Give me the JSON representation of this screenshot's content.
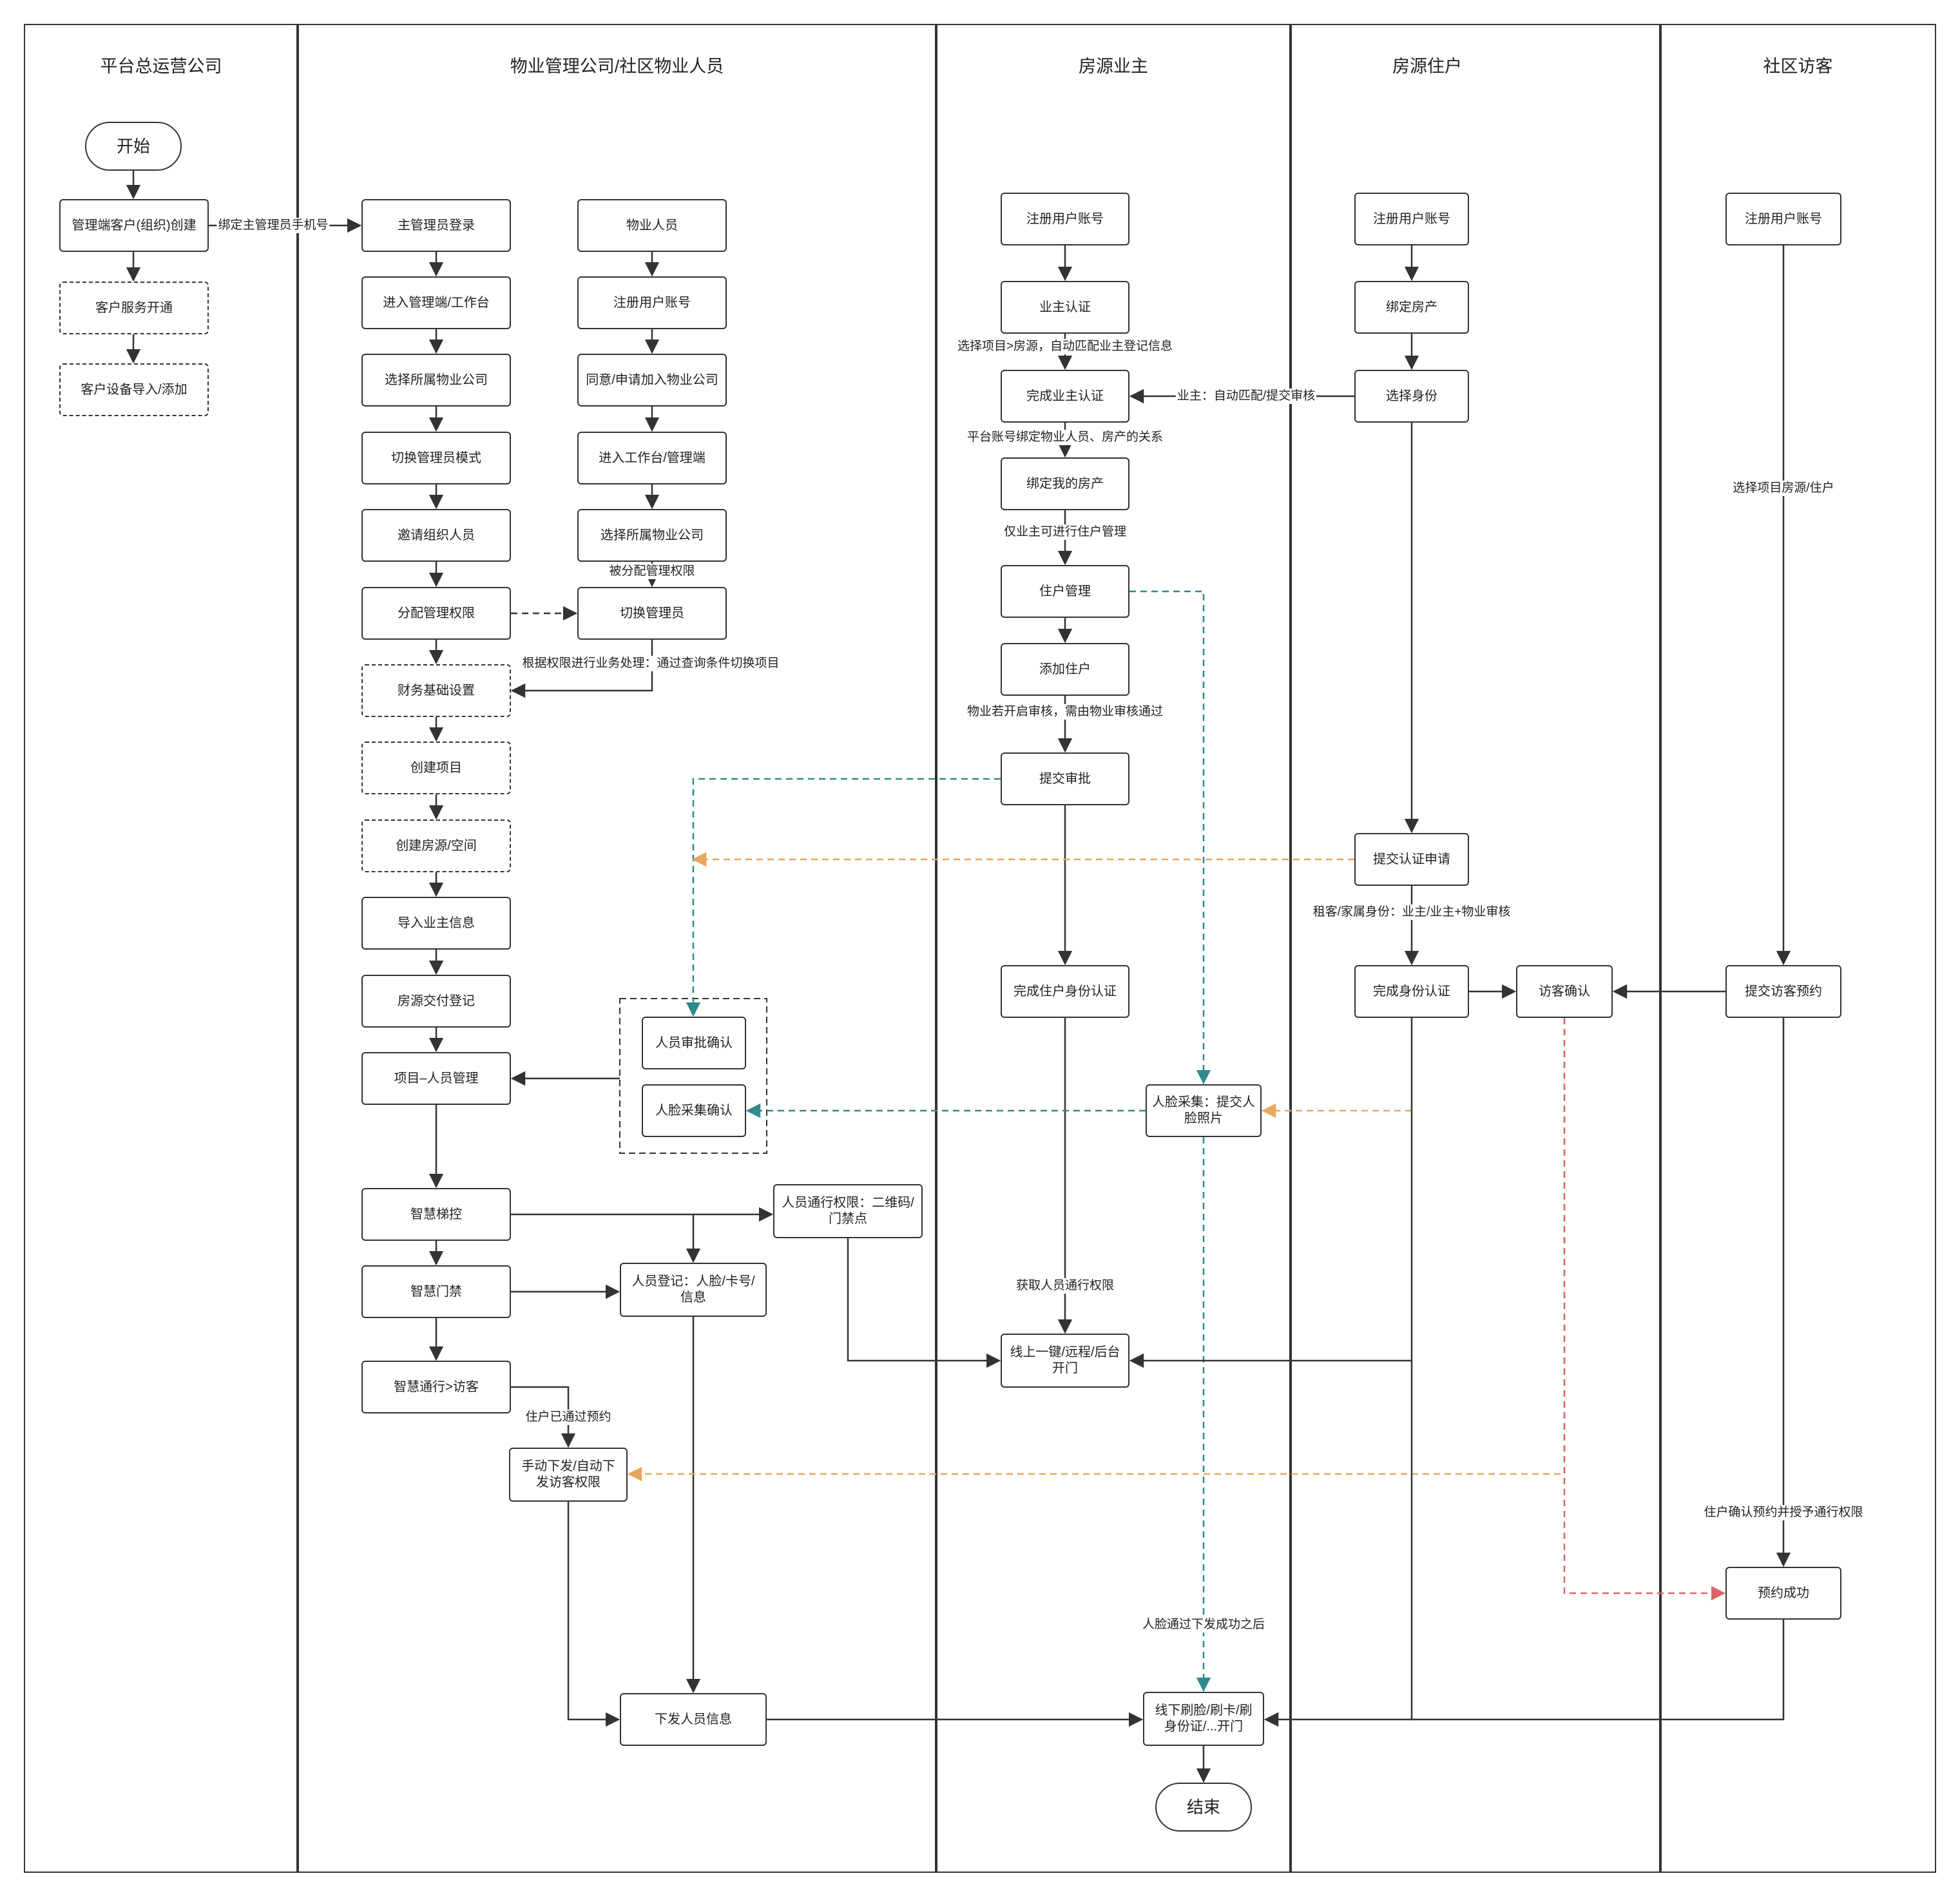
{
  "lanes": [
    {
      "id": "platform",
      "title": "平台总运营公司"
    },
    {
      "id": "property",
      "title": "物业管理公司/社区物业人员"
    },
    {
      "id": "owner",
      "title": "房源业主"
    },
    {
      "id": "resident",
      "title": "房源住户"
    },
    {
      "id": "visitor",
      "title": "社区访客"
    }
  ],
  "nodes": {
    "start": "开始",
    "create_customer": "管理端客户(组织)创建",
    "open_service": "客户服务开通",
    "import_device": "客户设备导入/添加",
    "admin_login": "主管理员登录",
    "enter_console": "进入管理端/工作台",
    "select_company": "选择所属物业公司",
    "switch_admin_mode": "切换管理员模式",
    "invite_members": "邀请组织人员",
    "assign_permission": "分配管理权限",
    "finance_setup": "财务基础设置",
    "create_project": "创建项目",
    "create_house": "创建房源/空间",
    "import_owner": "导入业主信息",
    "delivery_register": "房源交付登记",
    "project_staff": "项目–人员管理",
    "staff_approve": "人员审批确认",
    "face_confirm": "人脸采集确认",
    "smart_elevator": "智慧梯控",
    "smart_door": "智慧门禁",
    "smart_visitor": "智慧通行>访客",
    "issue_visitor": "手动下发/自动下发访客权限",
    "staff_register": "人员登记：人脸/卡号/信息",
    "pass_permission": "人员通行权限：二维码/门禁点",
    "issue_staff_info": "下发人员信息",
    "property_staff": "物业人员",
    "pm_register": "注册用户账号",
    "join_company": "同意/申请加入物业公司",
    "pm_enter_console": "进入工作台/管理端",
    "pm_select_company": "选择所属物业公司",
    "switch_admin": "切换管理员",
    "owner_register": "注册用户账号",
    "owner_verify": "业主认证",
    "owner_verified": "完成业主认证",
    "bind_house": "绑定我的房产",
    "resident_mgmt": "住户管理",
    "add_resident": "添加住户",
    "submit_approval": "提交审批",
    "resident_verified": "完成住户身份认证",
    "face_capture": "人脸采集：提交人脸照片",
    "online_open": "线上一键/远程/后台开门",
    "offline_open": "线下刷脸/刷卡/刷身份证/...开门",
    "end": "结束",
    "res_register": "注册用户账号",
    "res_bind": "绑定房产",
    "res_identity": "选择身份",
    "res_submit": "提交认证申请",
    "res_verified": "完成身份认证",
    "visitor_confirm": "访客确认",
    "vis_register": "注册用户账号",
    "vis_submit": "提交访客预约",
    "vis_success": "预约成功"
  },
  "edge_labels": {
    "bind_phone": "绑定主管理员手机号",
    "assigned_permission": "被分配管理权限",
    "by_permission": "根据权限进行业务处理：通过查询条件切换项目",
    "select_project_house": "选择项目>房源，自动匹配业主登记信息",
    "owner_auto_match": "业主：自动匹配/提交审核",
    "platform_bind": "平台账号绑定物业人员、房产的关系",
    "only_owner": "仅业主可进行住户管理",
    "property_audit": "物业若开启审核，需由物业审核通过",
    "tenant_identity": "租客/家属身份：业主/业主+物业审核",
    "get_permission": "获取人员通行权限",
    "resident_passed": "住户已通过预约",
    "face_issued": "人脸通过下发成功之后",
    "select_project_resident": "选择项目房源/住户",
    "resident_confirm_grant": "住户确认预约并授予通行权限"
  },
  "colors": {
    "line": "#333333",
    "teal_dashed": "#2f8a8e",
    "orange_dashed": "#e8a75e",
    "red_dashed": "#d9666b"
  }
}
